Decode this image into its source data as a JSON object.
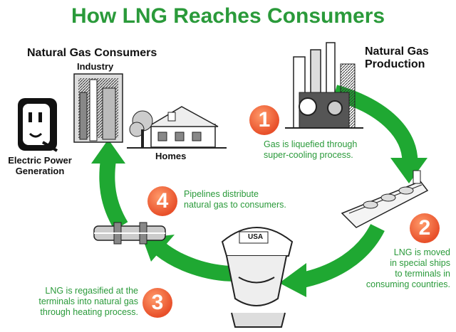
{
  "title": "How LNG Reaches Consumers",
  "consumers": {
    "heading": "Natural Gas Consumers",
    "industry": "Industry",
    "homes": "Homes",
    "electric_line1": "Electric Power",
    "electric_line2": "Generation"
  },
  "production": {
    "line1": "Natural Gas",
    "line2": "Production"
  },
  "steps": [
    {
      "number": "1",
      "lines": [
        "Gas is liquefied through",
        "super-cooling process."
      ]
    },
    {
      "number": "2",
      "lines": [
        "LNG is moved",
        "in special ships",
        "to terminals in",
        "consuming countries."
      ]
    },
    {
      "number": "3",
      "lines": [
        "LNG is regasified at the",
        "terminals into natural gas",
        "through heating process."
      ]
    },
    {
      "number": "4",
      "lines": [
        "Pipelines distribute",
        "natural gas to consumers."
      ]
    }
  ],
  "badge_text": "USA",
  "colors": {
    "title_green": "#2a9a3a",
    "arrow_green": "#1fa832",
    "step_badge": "#e8502a"
  }
}
